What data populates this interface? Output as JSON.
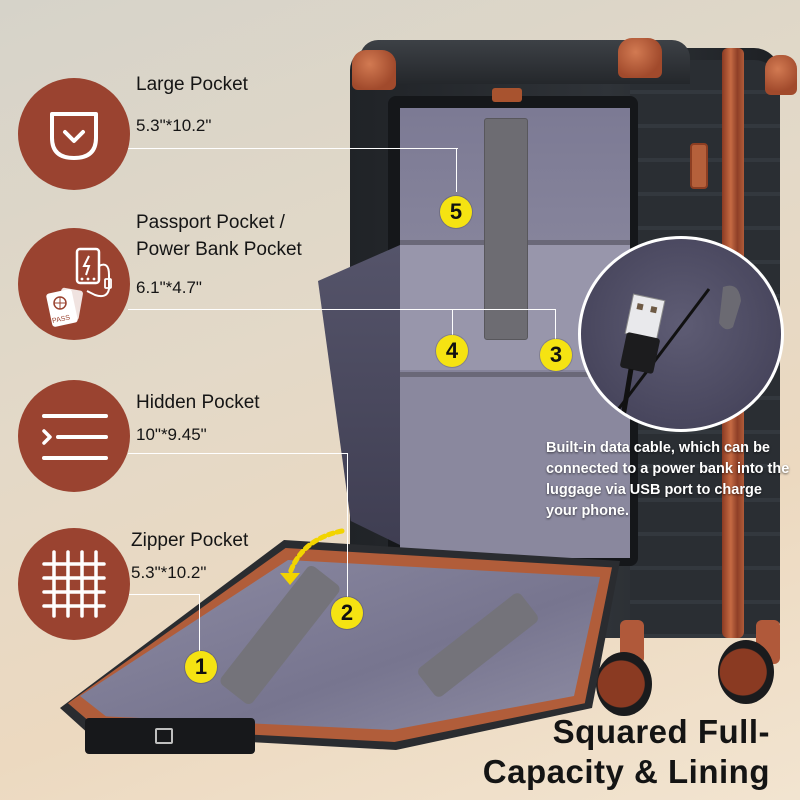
{
  "features": [
    {
      "id": "large-pocket",
      "icon": "pocket-chevron-icon",
      "title": "Large Pocket",
      "size": "5.3\"*10.2\"",
      "marker": "5"
    },
    {
      "id": "passport-power-bank-pocket",
      "icon": "passport-power-bank-icon",
      "title_line1": "Passport Pocket /",
      "title_line2": "Power Bank Pocket",
      "size": "6.1\"*4.7\"",
      "markers": [
        "4",
        "3"
      ],
      "icon_text": "PASS"
    },
    {
      "id": "hidden-pocket",
      "icon": "hidden-list-icon",
      "title": "Hidden Pocket",
      "size": "10\"*9.45\"",
      "marker": "2"
    },
    {
      "id": "zipper-pocket",
      "icon": "zipper-grid-icon",
      "title": "Zipper Pocket",
      "size": "5.3\"*10.2\"",
      "marker": "1"
    }
  ],
  "markers": {
    "m1": "1",
    "m2": "2",
    "m3": "3",
    "m4": "4",
    "m5": "5"
  },
  "cable_note": "Built-in data cable, which can be connected to a power bank into the luggage via USB port to charge your phone.",
  "headline": {
    "line1": "Squared Full-",
    "line2": "Capacity & Lining"
  },
  "colors": {
    "icon_circle": "#9a4330",
    "marker_yellow": "#f5e312",
    "copper_trim": "#b5603b",
    "shell": "#2a2e33",
    "lining": "#8b899f",
    "text": "#151515"
  }
}
